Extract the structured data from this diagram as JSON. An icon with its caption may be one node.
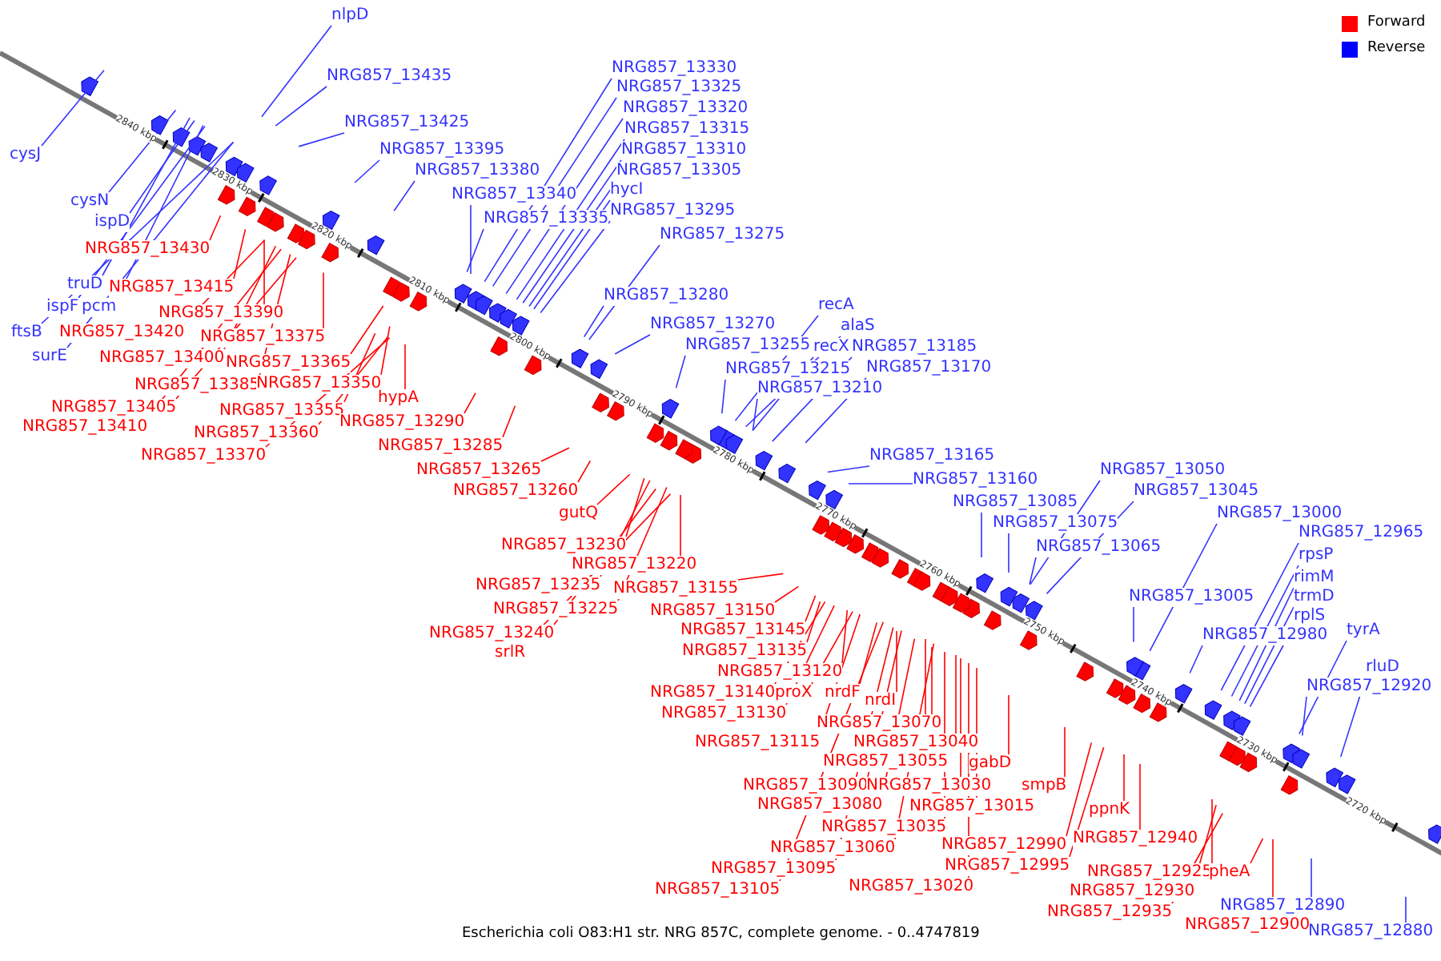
{
  "diagram": {
    "caption": "Escherichia coli O83:H1 str. NRG 857C, complete genome. - 0..4747819",
    "nodes": [
      {
        "text": [
          "nlpD"
        ]
      },
      {
        "text": [
          "NRG857_13435"
        ]
      },
      {
        "text": [
          "cysJ"
        ]
      },
      {
        "text": [
          "NRG857_13425"
        ]
      },
      {
        "text": [
          "NRG857_13395"
        ]
      },
      {
        "text": [
          "NRG857_13380"
        ]
      },
      {
        "text": [
          "cysN"
        ]
      },
      {
        "text": [
          "NRG857_13340"
        ]
      },
      {
        "text": [
          "NRG857_13335"
        ]
      },
      {
        "text": [
          "NRG857_13330"
        ]
      },
      {
        "text": [
          "NRG857_13325"
        ]
      },
      {
        "text": [
          "NRG857_13320"
        ]
      },
      {
        "text": [
          "NRG857_13315"
        ]
      },
      {
        "text": [
          "NRG857_13310"
        ]
      },
      {
        "text": [
          "NRG857_13305"
        ]
      },
      {
        "text": [
          "hycI"
        ]
      },
      {
        "text": [
          "NRG857_13295"
        ]
      },
      {
        "text": [
          "NRG857_13275"
        ]
      },
      {
        "text": [
          "ispD"
        ]
      },
      {
        "text": [
          "truD"
        ]
      },
      {
        "text": [
          "ispF"
        ]
      },
      {
        "text": [
          "pcm"
        ]
      },
      {
        "text": [
          "ftsB"
        ]
      },
      {
        "text": [
          "surE"
        ]
      },
      {
        "text": [
          "NRG857_13280"
        ]
      },
      {
        "text": [
          "NRG857_13270"
        ]
      },
      {
        "text": [
          "recA"
        ]
      },
      {
        "text": [
          "alaS"
        ]
      },
      {
        "text": [
          "NRG857_13255"
        ]
      },
      {
        "text": [
          "recX"
        ]
      },
      {
        "text": [
          "NRG857_13185"
        ]
      },
      {
        "text": [
          "NRG857_13215"
        ]
      },
      {
        "text": [
          "NRG857_13170"
        ]
      },
      {
        "text": [
          "NRG857_13210"
        ]
      },
      {
        "text": [
          "NRG857_13165"
        ]
      },
      {
        "text": [
          "NRG857_13160"
        ]
      },
      {
        "text": [
          "NRG857_13085"
        ]
      },
      {
        "text": [
          "NRG857_13050"
        ]
      },
      {
        "text": [
          "NRG857_13045"
        ]
      },
      {
        "text": [
          "NRG857_13075"
        ]
      },
      {
        "text": [
          "NRG857_13065"
        ]
      },
      {
        "text": [
          "NRG857_13000"
        ]
      },
      {
        "text": [
          "NRG857_13005"
        ]
      },
      {
        "text": [
          "NRG857_12965"
        ]
      },
      {
        "text": [
          "rpsP"
        ]
      },
      {
        "text": [
          "rimM"
        ]
      },
      {
        "text": [
          "trmD"
        ]
      },
      {
        "text": [
          "rplS"
        ]
      },
      {
        "text": [
          "NRG857_12980"
        ]
      },
      {
        "text": [
          "tyrA"
        ]
      },
      {
        "text": [
          "rluD"
        ]
      },
      {
        "text": [
          "NRG857_12920"
        ]
      },
      {
        "text": [
          "NRG857_12890"
        ]
      },
      {
        "text": [
          "NRG857_12880"
        ]
      },
      {
        "text": [
          "NRG857_13430"
        ]
      },
      {
        "text": [
          "NRG857_13415"
        ]
      },
      {
        "text": [
          "NRG857_13390"
        ]
      },
      {
        "text": [
          "NRG857_13420"
        ]
      },
      {
        "text": [
          "NRG857_13375"
        ]
      },
      {
        "text": [
          "NRG857_13400"
        ]
      },
      {
        "text": [
          "NRG857_13365"
        ]
      },
      {
        "text": [
          "NRG857_13385"
        ]
      },
      {
        "text": [
          "NRG857_13350"
        ]
      },
      {
        "text": [
          "NRG857_13405"
        ]
      },
      {
        "text": [
          "NRG857_13355"
        ]
      },
      {
        "text": [
          "NRG857_13410"
        ]
      },
      {
        "text": [
          "NRG857_13360"
        ]
      },
      {
        "text": [
          "hypA"
        ]
      },
      {
        "text": [
          "NRG857_13290"
        ]
      },
      {
        "text": [
          "NRG857_13370"
        ]
      },
      {
        "text": [
          "NRG857_13285"
        ]
      },
      {
        "text": [
          "NRG857_13265"
        ]
      },
      {
        "text": [
          "NRG857_13260"
        ]
      },
      {
        "text": [
          "gutQ"
        ]
      },
      {
        "text": [
          "NRG857_13230"
        ]
      },
      {
        "text": [
          "NRG857_13220"
        ]
      },
      {
        "text": [
          "NRG857_13235"
        ]
      },
      {
        "text": [
          "NRG857_13155"
        ]
      },
      {
        "text": [
          "NRG857_13225"
        ]
      },
      {
        "text": [
          "NRG857_13150"
        ]
      },
      {
        "text": [
          "NRG857_13240"
        ]
      },
      {
        "text": [
          "NRG857_13145"
        ]
      },
      {
        "text": [
          "srlR"
        ]
      },
      {
        "text": [
          "NRG857_13135"
        ]
      },
      {
        "text": [
          "NRG857_13120"
        ]
      },
      {
        "text": [
          "NRG857_13140"
        ]
      },
      {
        "text": [
          "proX"
        ]
      },
      {
        "text": [
          "nrdF"
        ]
      },
      {
        "text": [
          "nrdI"
        ]
      },
      {
        "text": [
          "NRG857_13130"
        ]
      },
      {
        "text": [
          "NRG857_13070"
        ]
      },
      {
        "text": [
          "NRG857_13115"
        ]
      },
      {
        "text": [
          "NRG857_13040"
        ]
      },
      {
        "text": [
          "NRG857_13055"
        ]
      },
      {
        "text": [
          "gabD"
        ]
      },
      {
        "text": [
          "NRG857_13090"
        ]
      },
      {
        "text": [
          "NRG857_13030"
        ]
      },
      {
        "text": [
          "smpB"
        ]
      },
      {
        "text": [
          "NRG857_13080"
        ]
      },
      {
        "text": [
          "NRG857_13015"
        ]
      },
      {
        "text": [
          "NRG857_13035"
        ]
      },
      {
        "text": [
          "ppnK"
        ]
      },
      {
        "text": [
          "NRG857_12990"
        ]
      },
      {
        "text": [
          "NRG857_13060"
        ]
      },
      {
        "text": [
          "NRG857_12940"
        ]
      },
      {
        "text": [
          "NRG857_12995"
        ]
      },
      {
        "text": [
          "NRG857_13095"
        ]
      },
      {
        "text": [
          "NRG857_13020"
        ]
      },
      {
        "text": [
          "NRG857_12925"
        ]
      },
      {
        "text": [
          "pheA"
        ]
      },
      {
        "text": [
          "NRG857_13105"
        ]
      },
      {
        "text": [
          "NRG857_12930"
        ]
      },
      {
        "text": [
          "NRG857_12935"
        ]
      },
      {
        "text": [
          "NRG857_12900"
        ]
      }
    ],
    "edges": [
      {
        "from": 0,
        "to": null,
        "arrow": "none",
        "color": "#3333ff"
      },
      {
        "from": 1,
        "to": null,
        "arrow": "none",
        "color": "#3333ff"
      },
      {
        "from": 2,
        "to": null,
        "arrow": "none",
        "color": "#3333ff"
      },
      {
        "from": 3,
        "to": null,
        "arrow": "none",
        "color": "#3333ff"
      },
      {
        "from": 4,
        "to": null,
        "arrow": "none",
        "color": "#3333ff"
      },
      {
        "from": 5,
        "to": null,
        "arrow": "none",
        "color": "#3333ff"
      },
      {
        "from": 6,
        "to": null,
        "arrow": "none",
        "color": "#3333ff"
      },
      {
        "from": 7,
        "to": null,
        "arrow": "none",
        "color": "#3333ff"
      },
      {
        "from": 8,
        "to": null,
        "arrow": "none",
        "color": "#3333ff"
      },
      {
        "from": 9,
        "to": null,
        "arrow": "none",
        "color": "#3333ff"
      },
      {
        "from": 10,
        "to": null,
        "arrow": "none",
        "color": "#3333ff"
      },
      {
        "from": 11,
        "to": null,
        "arrow": "none",
        "color": "#3333ff"
      },
      {
        "from": 12,
        "to": null,
        "arrow": "none",
        "color": "#3333ff"
      },
      {
        "from": 13,
        "to": null,
        "arrow": "none",
        "color": "#3333ff"
      },
      {
        "from": 14,
        "to": null,
        "arrow": "none",
        "color": "#3333ff"
      },
      {
        "from": 15,
        "to": null,
        "arrow": "none",
        "color": "#3333ff"
      },
      {
        "from": 16,
        "to": null,
        "arrow": "none",
        "color": "#3333ff"
      },
      {
        "from": 17,
        "to": null,
        "arrow": "none",
        "color": "#3333ff"
      },
      {
        "from": 18,
        "to": null,
        "arrow": "none",
        "color": "#3333ff"
      },
      {
        "from": 19,
        "to": null,
        "arrow": "none",
        "color": "#3333ff"
      },
      {
        "from": 20,
        "to": null,
        "arrow": "none",
        "color": "#3333ff"
      },
      {
        "from": 21,
        "to": null,
        "arrow": "none",
        "color": "#3333ff"
      },
      {
        "from": 22,
        "to": null,
        "arrow": "none",
        "color": "#3333ff"
      },
      {
        "from": 23,
        "to": null,
        "arrow": "none",
        "color": "#3333ff"
      },
      {
        "from": 24,
        "to": null,
        "arrow": "none",
        "color": "#3333ff"
      },
      {
        "from": 25,
        "to": null,
        "arrow": "none",
        "color": "#3333ff"
      },
      {
        "from": 26,
        "to": null,
        "arrow": "none",
        "color": "#3333ff"
      },
      {
        "from": 27,
        "to": null,
        "arrow": "none",
        "color": "#3333ff"
      },
      {
        "from": 28,
        "to": null,
        "arrow": "none",
        "color": "#3333ff"
      },
      {
        "from": 29,
        "to": null,
        "arrow": "none",
        "color": "#3333ff"
      },
      {
        "from": 30,
        "to": null,
        "arrow": "none",
        "color": "#3333ff"
      },
      {
        "from": 31,
        "to": null,
        "arrow": "none",
        "color": "#3333ff"
      },
      {
        "from": 32,
        "to": null,
        "arrow": "none",
        "color": "#3333ff"
      },
      {
        "from": 33,
        "to": null,
        "arrow": "none",
        "color": "#3333ff"
      },
      {
        "from": 34,
        "to": null,
        "arrow": "none",
        "color": "#3333ff"
      },
      {
        "from": 35,
        "to": null,
        "arrow": "none",
        "color": "#3333ff"
      },
      {
        "from": 36,
        "to": null,
        "arrow": "none",
        "color": "#3333ff"
      },
      {
        "from": 37,
        "to": null,
        "arrow": "none",
        "color": "#3333ff"
      },
      {
        "from": 38,
        "to": null,
        "arrow": "none",
        "color": "#3333ff"
      },
      {
        "from": 39,
        "to": null,
        "arrow": "none",
        "color": "#3333ff"
      },
      {
        "from": 40,
        "to": null,
        "arrow": "none",
        "color": "#3333ff"
      },
      {
        "from": 41,
        "to": null,
        "arrow": "none",
        "color": "#3333ff"
      },
      {
        "from": 42,
        "to": null,
        "arrow": "none",
        "color": "#3333ff"
      },
      {
        "from": 43,
        "to": null,
        "arrow": "none",
        "color": "#3333ff"
      },
      {
        "from": 44,
        "to": null,
        "arrow": "none",
        "color": "#3333ff"
      },
      {
        "from": 45,
        "to": null,
        "arrow": "none",
        "color": "#3333ff"
      },
      {
        "from": 46,
        "to": null,
        "arrow": "none",
        "color": "#3333ff"
      },
      {
        "from": 47,
        "to": null,
        "arrow": "none",
        "color": "#3333ff"
      },
      {
        "from": 48,
        "to": null,
        "arrow": "none",
        "color": "#3333ff"
      },
      {
        "from": 49,
        "to": null,
        "arrow": "none",
        "color": "#3333ff"
      },
      {
        "from": 50,
        "to": null,
        "arrow": "none",
        "color": "#3333ff"
      },
      {
        "from": 51,
        "to": null,
        "arrow": "none",
        "color": "#3333ff"
      },
      {
        "from": 52,
        "to": null,
        "arrow": "none",
        "color": "#3333ff"
      },
      {
        "from": 53,
        "to": null,
        "arrow": "none",
        "color": "#3333ff"
      },
      {
        "from": 54,
        "to": null,
        "arrow": "none"
      },
      {
        "from": 55,
        "to": null,
        "arrow": "none"
      },
      {
        "from": 56,
        "to": null,
        "arrow": "none"
      },
      {
        "from": 57,
        "to": null,
        "arrow": "none"
      },
      {
        "from": 58,
        "to": null,
        "arrow": "none"
      },
      {
        "from": 59,
        "to": null,
        "arrow": "none"
      },
      {
        "from": 60,
        "to": null,
        "arrow": "none"
      },
      {
        "from": 61,
        "to": null,
        "arrow": "none"
      },
      {
        "from": 62,
        "to": null,
        "arrow": "none"
      },
      {
        "from": 63,
        "to": null,
        "arrow": "none"
      },
      {
        "from": 64,
        "to": null,
        "arrow": "none"
      },
      {
        "from": 65,
        "to": null,
        "arrow": "none"
      },
      {
        "from": 66,
        "to": null,
        "arrow": "none"
      },
      {
        "from": 67,
        "to": null,
        "arrow": "none"
      },
      {
        "from": 68,
        "to": null,
        "arrow": "none"
      },
      {
        "from": 69,
        "to": null,
        "arrow": "none"
      },
      {
        "from": 70,
        "to": null,
        "arrow": "none"
      },
      {
        "from": 71,
        "to": null,
        "arrow": "none"
      },
      {
        "from": 72,
        "to": null,
        "arrow": "none"
      },
      {
        "from": 73,
        "to": null,
        "arrow": "none"
      },
      {
        "from": 74,
        "to": null,
        "arrow": "none"
      },
      {
        "from": 75,
        "to": null,
        "arrow": "none"
      },
      {
        "from": 76,
        "to": null,
        "arrow": "none"
      },
      {
        "from": 77,
        "to": null,
        "arrow": "none"
      },
      {
        "from": 78,
        "to": null,
        "arrow": "none"
      },
      {
        "from": 79,
        "to": null,
        "arrow": "none"
      },
      {
        "from": 80,
        "to": null,
        "arrow": "none"
      },
      {
        "from": 81,
        "to": null,
        "arrow": "none"
      },
      {
        "from": 82,
        "to": null,
        "arrow": "none"
      },
      {
        "from": 83,
        "to": null,
        "arrow": "none"
      },
      {
        "from": 84,
        "to": null,
        "arrow": "none"
      },
      {
        "from": 85,
        "to": null,
        "arrow": "none"
      },
      {
        "from": 86,
        "to": null,
        "arrow": "none"
      },
      {
        "from": 87,
        "to": null,
        "arrow": "none"
      },
      {
        "from": 88,
        "to": null,
        "arrow": "none"
      },
      {
        "from": 89,
        "to": null,
        "arrow": "none"
      },
      {
        "from": 90,
        "to": null,
        "arrow": "none"
      },
      {
        "from": 91,
        "to": null,
        "arrow": "none"
      },
      {
        "from": 92,
        "to": null,
        "arrow": "none"
      },
      {
        "from": 93,
        "to": null,
        "arrow": "none"
      },
      {
        "from": 94,
        "to": null,
        "arrow": "none"
      },
      {
        "from": 95,
        "to": null,
        "arrow": "none"
      },
      {
        "from": 96,
        "to": null,
        "arrow": "none"
      },
      {
        "from": 97,
        "to": null,
        "arrow": "none"
      },
      {
        "from": 98,
        "to": null,
        "arrow": "none"
      },
      {
        "from": 99,
        "to": null,
        "arrow": "none"
      },
      {
        "from": 100,
        "to": null,
        "arrow": "none"
      },
      {
        "from": 101,
        "to": null,
        "arrow": "none"
      },
      {
        "from": 102,
        "to": null,
        "arrow": "none"
      },
      {
        "from": 103,
        "to": null,
        "arrow": "none"
      },
      {
        "from": 104,
        "to": null,
        "arrow": "none"
      },
      {
        "from": 105,
        "to": null,
        "arrow": "none"
      },
      {
        "from": 106,
        "to": null,
        "arrow": "none"
      },
      {
        "from": 107,
        "to": null,
        "arrow": "none"
      },
      {
        "from": 108,
        "to": null,
        "arrow": "none"
      },
      {
        "from": 109,
        "to": null,
        "arrow": "none"
      },
      {
        "from": 110,
        "to": null,
        "arrow": "none"
      },
      {
        "from": 111,
        "to": null,
        "arrow": "none"
      },
      {
        "from": 112,
        "to": null,
        "arrow": "none"
      },
      {
        "from": 113,
        "to": null,
        "arrow": "none"
      }
    ],
    "labels": [
      "2840 kbp",
      "2830 kbp",
      "2820 kbp",
      "2810 kbp",
      "2800 kbp",
      "2790 kbp",
      "2780 kbp",
      "2770 kbp",
      "2760 kbp",
      "2750 kbp",
      "2740 kbp",
      "2730 kbp",
      "2720 kbp"
    ],
    "legend": [
      {
        "text": "Forward",
        "color": "#ff0000"
      },
      {
        "text": "Reverse",
        "color": "#0000ff"
      }
    ]
  }
}
